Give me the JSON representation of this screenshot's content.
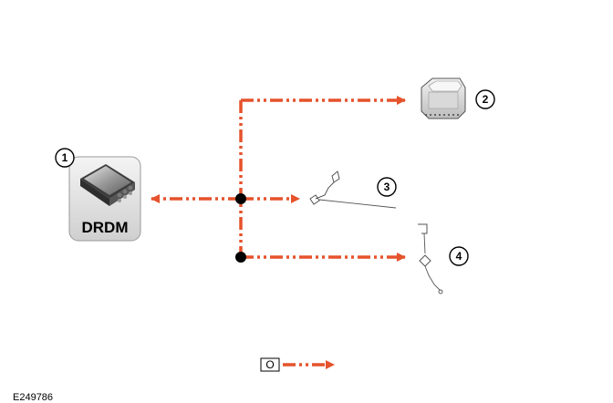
{
  "components": {
    "drdm": {
      "callout": "1",
      "label": "DRDM"
    },
    "item2": {
      "callout": "2"
    },
    "item3": {
      "callout": "3"
    },
    "item4": {
      "callout": "4"
    }
  },
  "legend": {
    "key": "O"
  },
  "figure_id": "E249786",
  "colors": {
    "connection": "#e5522c",
    "junction": "#000000"
  }
}
